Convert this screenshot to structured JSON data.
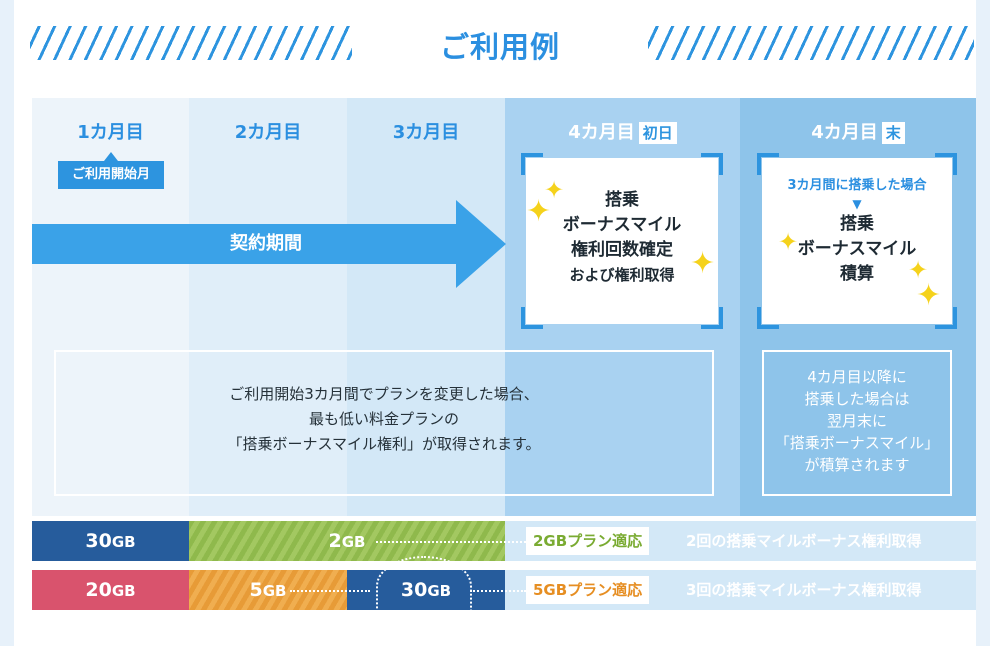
{
  "header": {
    "title": "ご利用例"
  },
  "columns": [
    {
      "label": "1カ月目"
    },
    {
      "label": "2カ月目"
    },
    {
      "label": "3カ月目"
    },
    {
      "label": "4カ月目",
      "tag": "初日"
    },
    {
      "label": "4カ月目",
      "tag": "末"
    }
  ],
  "start_label": "ご利用開始月",
  "contract_label": "契約期間",
  "bonus_card_1": {
    "lines": [
      "搭乗",
      "ボーナスマイル",
      "権利回数確定"
    ],
    "last_line": "および権利取得"
  },
  "bonus_card_2": {
    "condition": "3カ月間に搭乗した場合",
    "arrow": "▼",
    "lines": [
      "搭乗",
      "ボーナスマイル",
      "積算"
    ]
  },
  "note_1": {
    "lines": [
      "ご利用開始3カ月間でプランを変更した場合、",
      "最も低い料金プランの",
      "「搭乗ボーナスマイル権利」が取得されます。"
    ]
  },
  "note_2": {
    "lines": [
      "4カ月目以降に",
      "搭乗した場合は",
      "翌月末に",
      "「搭乗ボーナスマイル」",
      "が積算されます"
    ]
  },
  "plan_rows": [
    {
      "segments": [
        {
          "num": "30",
          "unit": "GB"
        },
        {
          "num": "2",
          "unit": "GB"
        }
      ],
      "applied": "2GBプラン適応",
      "result": "2回の搭乗マイルボーナス権利取得"
    },
    {
      "segments": [
        {
          "num": "20",
          "unit": "GB"
        },
        {
          "num": "5",
          "unit": "GB"
        },
        {
          "num": "30",
          "unit": "GB"
        }
      ],
      "applied": "5GBプラン適応",
      "result": "3回の搭乗マイルボーナス権利取得"
    }
  ],
  "colors": {
    "accent": "#2b8fe0",
    "navy_bar": "#265c9c",
    "green_bar": "#9cc25a",
    "pink_bar": "#d9536d",
    "orange_bar": "#eca444",
    "sparkle": "#f5d21b"
  },
  "icons": {
    "sparkle": "sparkle-icon",
    "pointer": "triangle-up-icon",
    "arrow": "arrow-right-icon"
  }
}
